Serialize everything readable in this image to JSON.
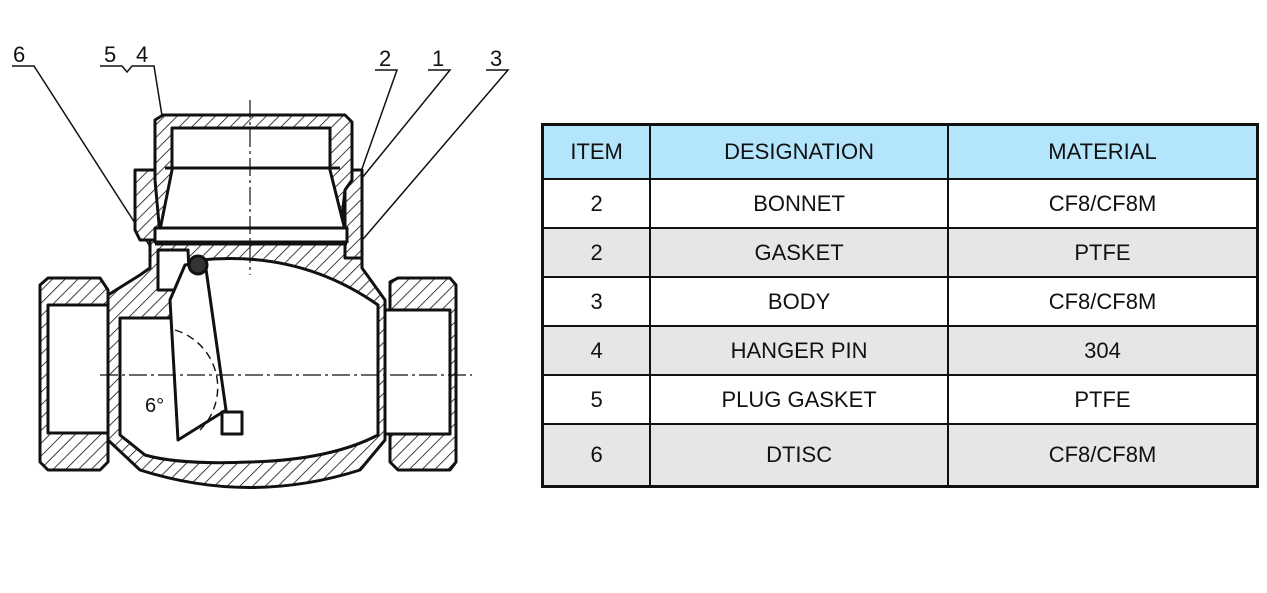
{
  "diagram": {
    "title": "Swing check valve cross-section",
    "callouts": [
      "1",
      "2",
      "3",
      "4",
      "5",
      "6"
    ],
    "angle_annotation": "6°"
  },
  "table": {
    "headers": [
      "ITEM",
      "DESIGNATION",
      "MATERIAL"
    ],
    "header_color": "#b3e5fc",
    "alt_row_color": "#e6e6e6",
    "rows": [
      {
        "item": "2",
        "designation": "BONNET",
        "material": "CF8/CF8M"
      },
      {
        "item": "2",
        "designation": "GASKET",
        "material": "PTFE"
      },
      {
        "item": "3",
        "designation": "BODY",
        "material": "CF8/CF8M"
      },
      {
        "item": "4",
        "designation": "HANGER PIN",
        "material": "304"
      },
      {
        "item": "5",
        "designation": "PLUG GASKET",
        "material": "PTFE"
      },
      {
        "item": "6",
        "designation": "DTISC",
        "material": "CF8/CF8M"
      }
    ]
  }
}
